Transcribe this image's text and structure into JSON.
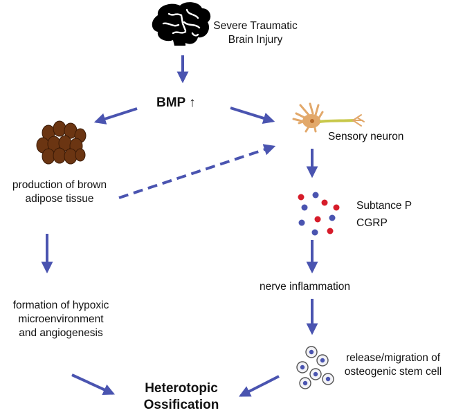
{
  "top": {
    "line1": "Severe Traumatic",
    "line2": "Brain Injury"
  },
  "bmp": {
    "label": "BMP",
    "arrow": "↑"
  },
  "left": {
    "brown_line1": "production of brown",
    "brown_line2": "adipose tissue",
    "hypoxic_line1": "formation of hypoxic",
    "hypoxic_line2": "microenvironment",
    "hypoxic_line3": "and angiogenesis"
  },
  "right": {
    "neuron": "Sensory neuron",
    "substance_p": "Subtance P",
    "cgrp": "CGRP",
    "inflammation": "nerve inflammation",
    "stem_line1": "release/migration of",
    "stem_line2": "osteogenic stem cell"
  },
  "bottom": {
    "line1": "Heterotopic",
    "line2": "Ossification"
  },
  "colors": {
    "arrow": "#4a54b0",
    "fat": "#6b3512",
    "fat_light": "#8a4a20",
    "neuron": "#e2a86a",
    "axon": "#c8c84a",
    "red_dot": "#d61c2a",
    "blue_dot": "#4a54b0"
  }
}
